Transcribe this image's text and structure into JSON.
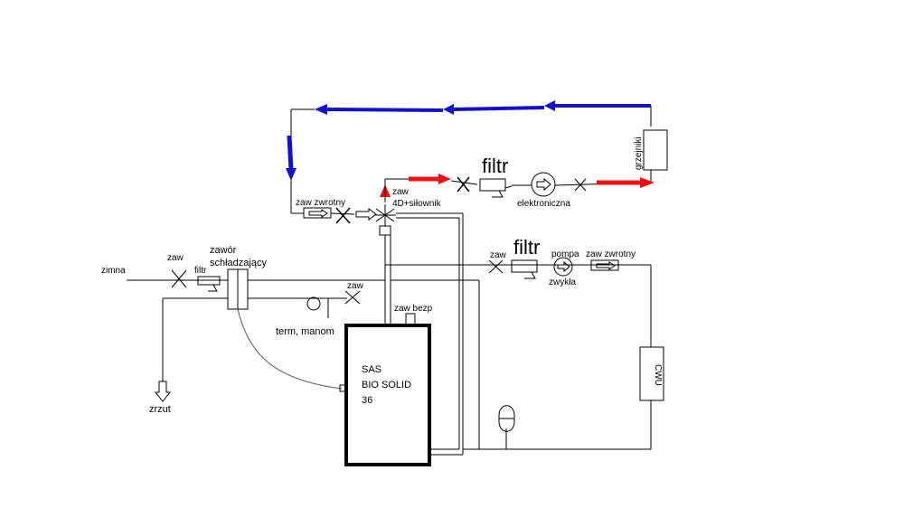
{
  "colors": {
    "return_pipe": "#1010d0",
    "supply_pipe": "#ee1111",
    "line": "#000000"
  },
  "labels": {
    "grzejniki": "grzejniki",
    "filtr_top": "filtr",
    "elektroniczna": "elektroniczna",
    "zaw_zwrotny_left": "zaw zwrotny",
    "zaw_4d": "zaw",
    "zaw_4d_line2": "4D+siłownik",
    "filtr_mid": "filtr",
    "pompa": "pompa",
    "zwykla": "zwykła",
    "zaw_zwrotny_right": "zaw zwrotny",
    "zaw_right": "zaw",
    "zimna": "zimna",
    "zaw_left": "zaw",
    "filtr_small": "filtr",
    "zawor": "zawór",
    "schladzajacy": "schładzający",
    "zaw_mid": "zaw",
    "zaw_bezp": "zaw bezp",
    "term_manom": "term, manom",
    "boiler_line1": "SAS",
    "boiler_line2": "BIO SOLID",
    "boiler_line3": "36",
    "cwu": "CWU",
    "zrzut": "zrzut"
  }
}
